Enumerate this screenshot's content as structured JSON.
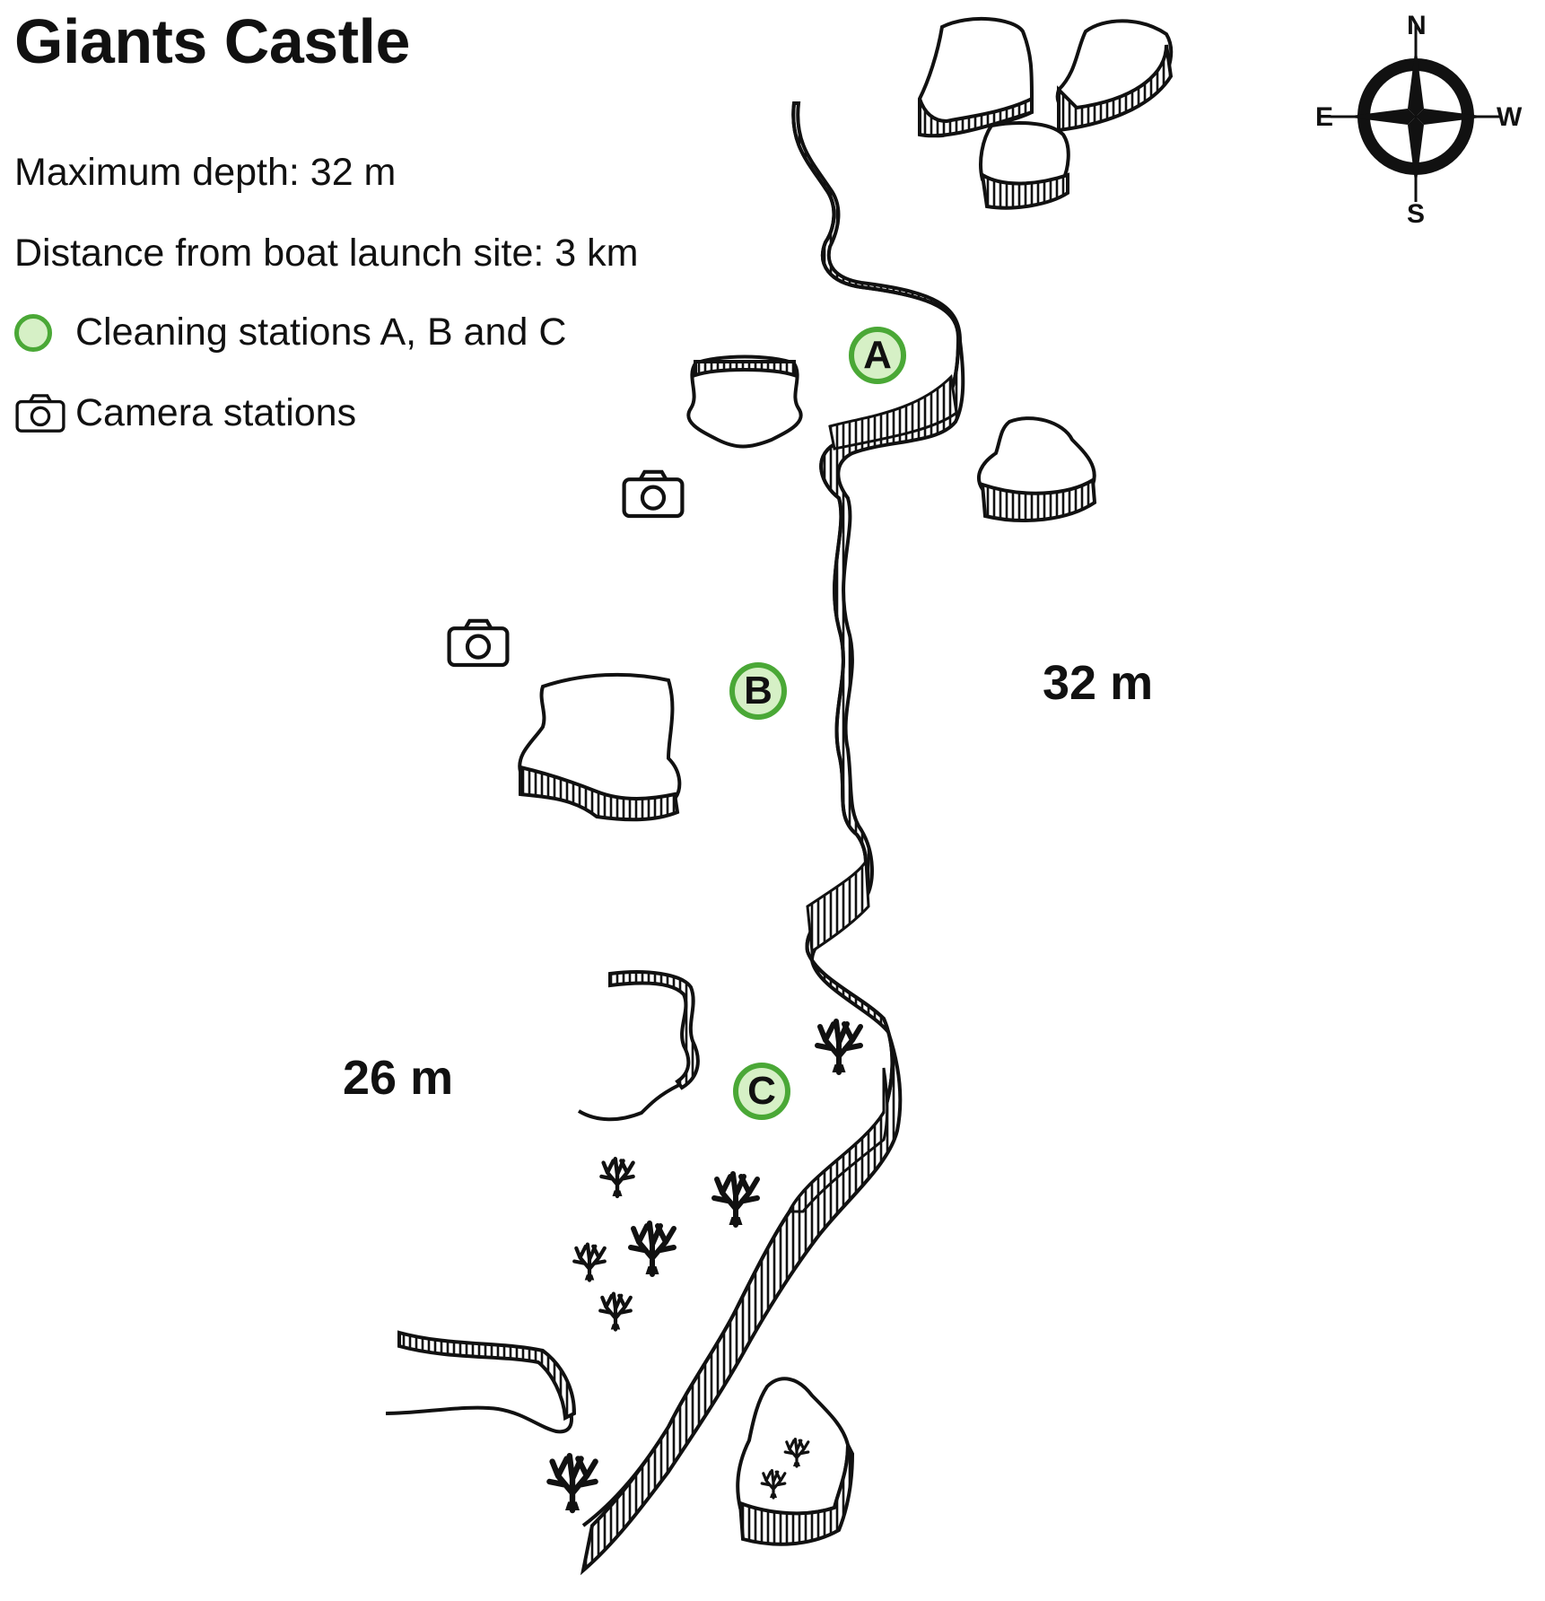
{
  "title": "Giants Castle",
  "info": {
    "max_depth": "Maximum depth: 32 m",
    "distance": "Distance from boat launch site: 3 km"
  },
  "legend": {
    "cleaning": "Cleaning stations A, B and C",
    "camera": "Camera stations"
  },
  "depth_labels": [
    "32 m",
    "26 m"
  ],
  "cleaning_stations": [
    "A",
    "B",
    "C"
  ],
  "compass": {
    "n": "N",
    "s": "S",
    "e": "E",
    "w": "W"
  },
  "colors": {
    "station_fill": "#d6f0c6",
    "station_stroke": "#4aa836",
    "ink": "#111111"
  },
  "icons": {
    "camera": "camera-icon",
    "coral": "coral-icon",
    "compass": "compass-rose-icon"
  }
}
